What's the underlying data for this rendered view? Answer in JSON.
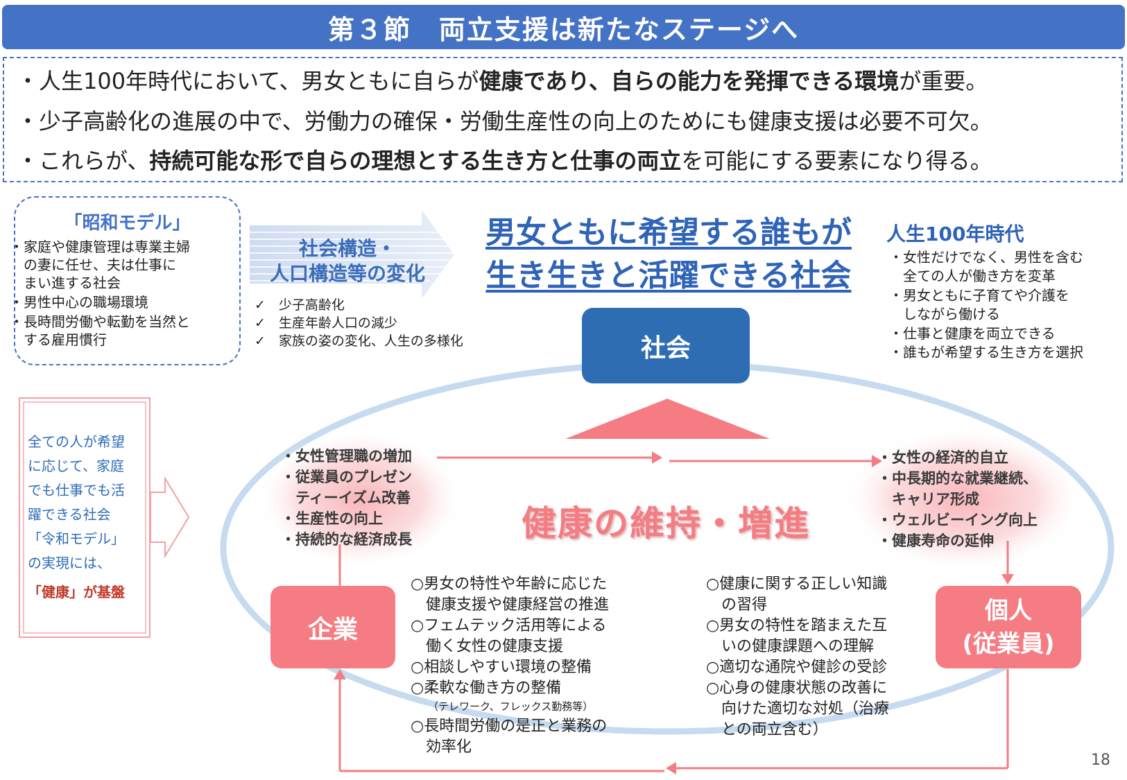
{
  "title": "第３節　両立支援は新たなステージへ",
  "intro": {
    "line1": {
      "pre": "・人生100年時代において、男女ともに自らが",
      "bold": "健康であり、自らの能力を発揮できる環境",
      "post": "が重要。"
    },
    "line2": {
      "text": "・少子高齢化の進展の中で、労働力の確保・労働生産性の向上のためにも健康支援は必要不可欠。"
    },
    "line3": {
      "pre": "・これらが、",
      "bold": "持続可能な形で自らの理想とする生き方と仕事の両立",
      "post": "を可能にする要素になり得る。"
    }
  },
  "showa": {
    "title": "「昭和モデル」",
    "items": [
      "・家庭や健康管理は専業主婦",
      "　の妻に任せ、夫は仕事に",
      "　まい進する社会",
      "・男性中心の職場環境",
      "・長時間労働や転勤を当然と",
      "　する雇用慣行"
    ]
  },
  "shift": {
    "label1": "社会構造・",
    "label2": "人口構造等の変化",
    "checks": [
      "✓　少子高齢化",
      "✓　生産年齢人口の減少",
      "✓　家族の姿の変化、人生の多様化"
    ]
  },
  "goal": {
    "line1": "男女ともに希望する誰もが",
    "line2": "生き生きと活躍できる社会"
  },
  "era": {
    "title": "人生100年時代",
    "items": [
      "・女性だけでなく、男性を含む",
      "　全ての人が働き方を変革",
      "・男女ともに子育てや介護を",
      "　しながら働ける",
      "・仕事と健康を両立できる",
      "・誰もが希望する生き方を選択"
    ]
  },
  "nodes": {
    "society": "社会",
    "company": "企業",
    "person_line1": "個人",
    "person_line2": "(従業員)"
  },
  "reiwa": {
    "lines": [
      "全ての人が希望",
      "に応じて、家庭",
      "でも仕事でも活",
      "躍できる社会",
      "「令和モデル」",
      "の実現には、"
    ],
    "base": "「健康」が基盤"
  },
  "company_effects": [
    "・女性管理職の増加",
    "・従業員のプレゼン",
    "　ティーイズム改善",
    "・生産性の向上",
    "・持続的な経済成長"
  ],
  "person_effects": [
    "・女性の経済的自立",
    "・中長期的な就業継続、",
    "　キャリア形成",
    "・ウェルビーイング向上",
    "・健康寿命の延伸"
  ],
  "center": "健康の維持・増進",
  "company_measures": {
    "lines1": [
      "○男女の特性や年齢に応じた",
      "　健康支援や健康経営の推進",
      "○フェムテック活用等による",
      "　働く女性の健康支援",
      "○相談しやすい環境の整備",
      "○柔軟な働き方の整備"
    ],
    "note": "（テレワーク、フレックス勤務等）",
    "lines2": [
      "○長時間労働の是正と業務の",
      "　効率化"
    ]
  },
  "person_measures": [
    "○健康に関する正しい知識",
    "　の習得",
    "○男女の特性を踏まえた互",
    "　いの健康課題への理解",
    "○適切な通院や健診の受診",
    "○心身の健康状態の改善に",
    "　向けた適切な対処（治療",
    "　との両立含む）"
  ],
  "page_number": "18",
  "colors": {
    "blue": "#4472c4",
    "dark_blue": "#2e6db4",
    "pink": "#f47c82",
    "ellipse": "#c6dbef"
  }
}
